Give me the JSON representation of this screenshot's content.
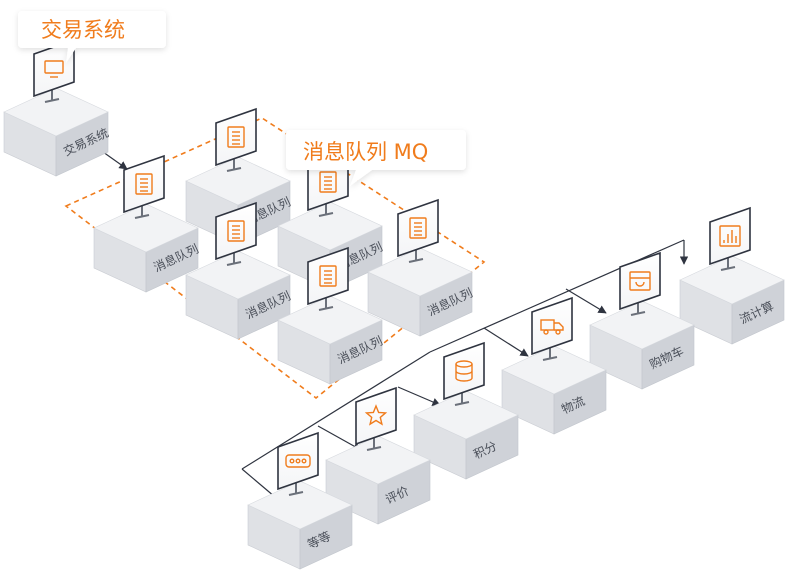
{
  "callouts": {
    "trading": "交易系统",
    "mq": "消息队列 MQ"
  },
  "nodes": {
    "trading_system": {
      "label": "交易系统",
      "icon": "monitor-icon"
    },
    "queue_1": {
      "label": "消息队列",
      "icon": "document-icon"
    },
    "queue_2": {
      "label": "消息队列",
      "icon": "document-icon"
    },
    "queue_3": {
      "label": "消息队列",
      "icon": "document-icon"
    },
    "queue_4": {
      "label": "消息队列",
      "icon": "document-icon"
    },
    "queue_5": {
      "label": "消息队列",
      "icon": "document-icon"
    },
    "queue_6": {
      "label": "消息队列",
      "icon": "document-icon"
    },
    "etc": {
      "label": "等等",
      "icon": "dots-icon"
    },
    "review": {
      "label": "评价",
      "icon": "star-icon"
    },
    "points": {
      "label": "积分",
      "icon": "database-icon"
    },
    "logistics": {
      "label": "物流",
      "icon": "truck-icon"
    },
    "cart": {
      "label": "购物车",
      "icon": "cart-icon"
    },
    "stream": {
      "label": "流计算",
      "icon": "bar-chart-icon"
    }
  },
  "colors": {
    "accent": "#f07c1c",
    "box_top": "#f2f3f5",
    "box_left": "#dfe1e5",
    "box_right": "#cfd2d8",
    "line": "#2f3440"
  }
}
